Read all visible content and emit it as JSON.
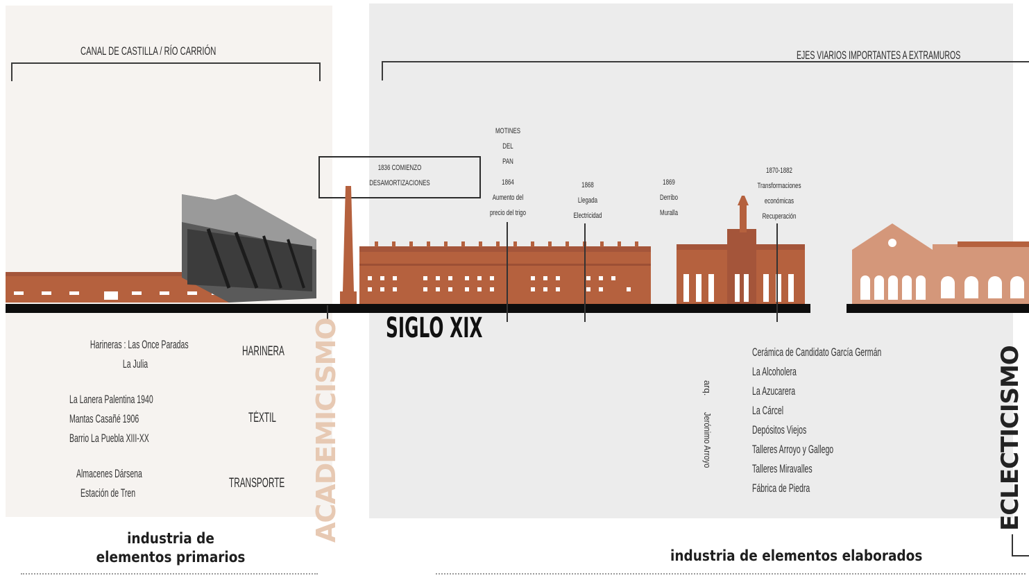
{
  "top_labels": {
    "canal": "CANAL  DE CASTILLA / RÍO CARRIÓN",
    "ejes": "EJES VIARIOS IMPORTANTES A EXTRAMUROS"
  },
  "events": {
    "desamortizaciones": [
      "1836 COMIENZO",
      "DESAMORTIZACIONES"
    ],
    "motines": [
      "MOTINES",
      "DEL",
      "PAN",
      "1864",
      "Aumento del",
      "precio del trigo"
    ],
    "electricidad": [
      "1868",
      "Llegada",
      "Electricidad"
    ],
    "muralla": [
      "1869",
      "Derribo",
      "Muralla"
    ],
    "transformaciones": [
      "1870-1882",
      "Transformaciones",
      "económicas",
      "Recuperación"
    ]
  },
  "timeline_title": "SIGLO XIX",
  "left_rows": [
    {
      "lines": [
        "Harineras : Las Once Paradas",
        "La Julia"
      ],
      "category": "HARINERA"
    },
    {
      "lines": [
        "La Lanera Palentina 1940",
        "Mantas Casañé 1906",
        "Barrio La Puebla  XIII-XX"
      ],
      "category": "TÉXTIL"
    },
    {
      "lines": [
        "Almacenes Dársena",
        "Estación de Tren"
      ],
      "category": "TRANSPORTE"
    }
  ],
  "styles": {
    "academicismo": "ACADEMICISMO",
    "eclecticismo": "ECLECTICISMO"
  },
  "architect": [
    "arq.",
    "Jerónimo Arroyo"
  ],
  "right_list": [
    "Cerámica de Candidato García Germán",
    "La Alcoholera",
    "La Azucarera",
    "La Cárcel",
    "Depósitos Viejos",
    "Talleres Arroyo y Gallego",
    "Talleres Miravalles",
    "Fábrica de Piedra"
  ],
  "bottom": {
    "primarios": [
      "industria de",
      "elementos primarios"
    ],
    "elaborados": "industria de elementos elaborados"
  },
  "colors": {
    "brick": "#b5613e",
    "brick_light": "#d4977a",
    "academicismo": "#e7c9b3",
    "timeline": "#0d0d0d"
  }
}
